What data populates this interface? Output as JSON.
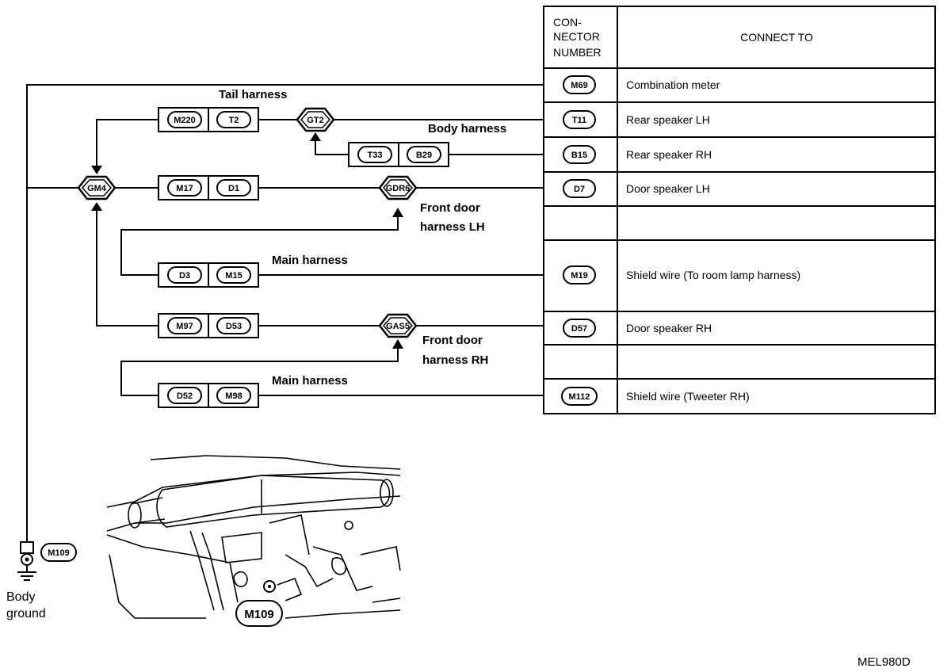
{
  "table": {
    "header_number": [
      "CON-",
      "NECTOR",
      "NUMBER"
    ],
    "header_connect": "CONNECT TO",
    "rows": [
      {
        "connector": "M69",
        "connect_to": "Combination meter"
      },
      {
        "connector": "T11",
        "connect_to": "Rear speaker LH"
      },
      {
        "connector": "B15",
        "connect_to": "Rear speaker RH"
      },
      {
        "connector": "D7",
        "connect_to": "Door speaker LH"
      },
      {
        "connector": "",
        "connect_to": ""
      },
      {
        "connector": "M19",
        "connect_to": "Shield wire (To room lamp harness)"
      },
      {
        "connector": "D57",
        "connect_to": "Door speaker RH"
      },
      {
        "connector": "",
        "connect_to": ""
      },
      {
        "connector": "M112",
        "connect_to": "Shield wire (Tweeter RH)"
      }
    ]
  },
  "joints": {
    "gm4": "GM4",
    "gt2": "GT2",
    "gdr6": "GDR6",
    "gas5": "GAS5"
  },
  "harness_labels": {
    "tail": "Tail harness",
    "body": "Body harness",
    "front_door_lh": [
      "Front door",
      "harness LH"
    ],
    "main_1": "Main harness",
    "front_door_rh": [
      "Front door",
      "harness RH"
    ],
    "main_2": "Main harness"
  },
  "connector_pairs": {
    "tail": [
      "M220",
      "T2"
    ],
    "body": [
      "T33",
      "B29"
    ],
    "door_lh": [
      "M17",
      "D1"
    ],
    "main_1": [
      "D3",
      "M15"
    ],
    "door_rh": [
      "M97",
      "D53"
    ],
    "main_2": [
      "D52",
      "M98"
    ]
  },
  "ground": {
    "connector": "M109",
    "label_line1": "Body",
    "label_line2": "ground",
    "callout": "M109"
  },
  "figure_code": "MEL980D"
}
